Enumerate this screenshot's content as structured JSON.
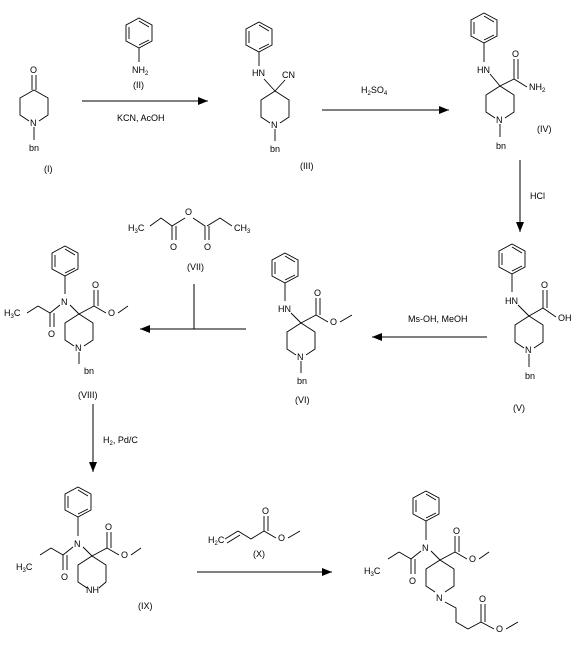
{
  "compounds": {
    "I": {
      "id": "(I)",
      "atoms": {
        "O": "O",
        "N": "N",
        "sub": "bn"
      }
    },
    "II": {
      "id": "(II)",
      "atoms": {
        "NH": "NH",
        "sub2": "2"
      }
    },
    "III": {
      "id": "(III)",
      "atoms": {
        "HN": "HN",
        "CN": "CN",
        "N": "N",
        "sub": "bn"
      }
    },
    "IV": {
      "id": "(IV)",
      "atoms": {
        "HN": "HN",
        "O": "O",
        "NH": "NH",
        "sub2": "2",
        "N": "N",
        "sub": "bn"
      }
    },
    "V": {
      "id": "(V)",
      "atoms": {
        "HN": "HN",
        "O": "O",
        "OH": "OH",
        "N": "N",
        "sub": "bn"
      }
    },
    "VI": {
      "id": "(VI)",
      "atoms": {
        "HN": "HN",
        "O1": "O",
        "O2": "O",
        "N": "N",
        "sub": "bn"
      }
    },
    "VII": {
      "id": "(VII)",
      "atoms": {
        "H": "H",
        "C": "C",
        "sub3": "3",
        "Ob": "O",
        "O1": "O",
        "O2": "O",
        "H2": "H",
        "C2": "C",
        "sub3b": "3"
      }
    },
    "VIII": {
      "id": "(VIII)",
      "atoms": {
        "H": "H",
        "C": "C",
        "sub3": "3",
        "N1": "N",
        "O": "O",
        "O1": "O",
        "O2": "O",
        "N": "N",
        "sub": "bn"
      }
    },
    "IX": {
      "id": "(IX)",
      "atoms": {
        "H": "H",
        "C": "C",
        "sub3": "3",
        "N1": "N",
        "O": "O",
        "O1": "O",
        "O2": "O",
        "NH": "NH"
      }
    },
    "X": {
      "id": "(X)",
      "atoms": {
        "H": "H",
        "C": "C",
        "sub2": "2",
        "O1": "O",
        "O2": "O"
      }
    },
    "P": {
      "atoms": {
        "H": "H",
        "C": "C",
        "sub3": "3",
        "N1": "N",
        "O": "O",
        "O1": "O",
        "O2": "O",
        "N": "N",
        "O3": "O",
        "O4": "O"
      }
    }
  },
  "reagents": {
    "step1": "KCN,  AcOH",
    "step2_H2": "H",
    "step2_sub2": "2",
    "step2_SO": "SO",
    "step2_sub4": "4",
    "step3": "HCl",
    "step4": "Ms-OH,  MeOH",
    "step6_H": "H",
    "step6_sub2": "2",
    "step6_rest": ", Pd/C"
  }
}
